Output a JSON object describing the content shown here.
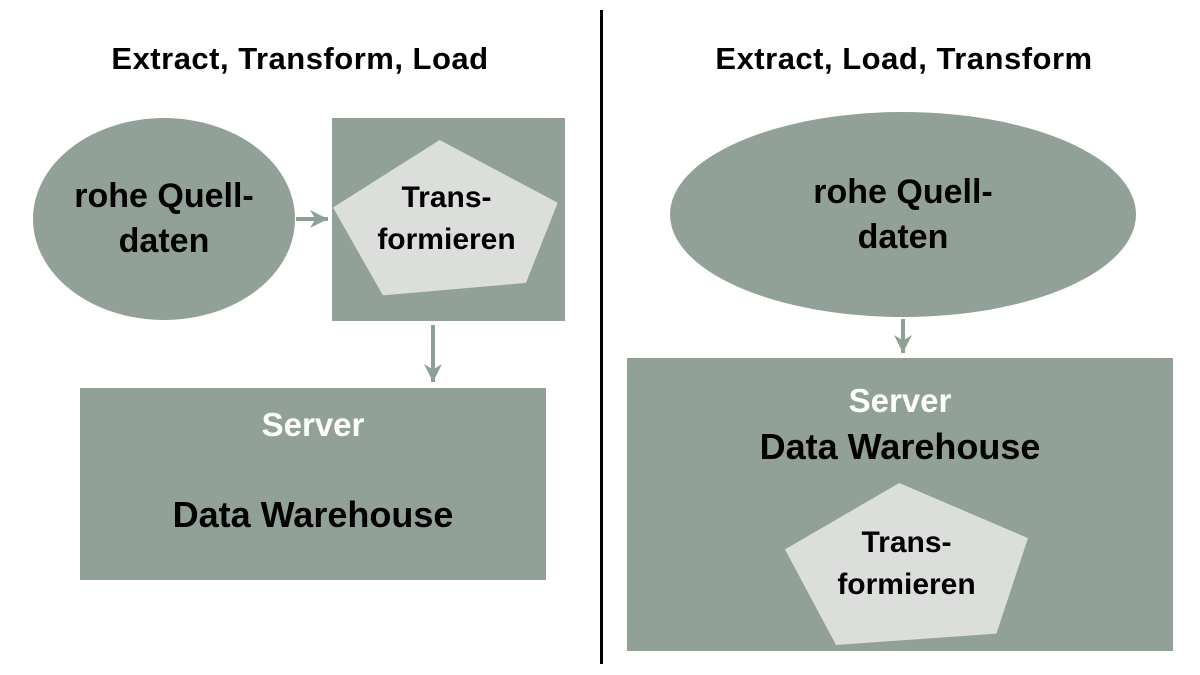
{
  "colors": {
    "shape_fill": "#91A197",
    "pentagon_fill": "#DCDEDC",
    "arrow": "#8DA095",
    "divider": "#000000",
    "title_text": "#000000",
    "body_text": "#000000",
    "server_label_text": "#FFFFFF",
    "background": "#FFFFFF"
  },
  "etl": {
    "title": "Extract, Transform, Load",
    "source": {
      "line1": "rohe Quell-",
      "line2": "daten"
    },
    "transform": {
      "line1": "Trans-",
      "line2": "formieren"
    },
    "server": {
      "title": "Server",
      "subtitle": "Data Warehouse"
    }
  },
  "elt": {
    "title": "Extract, Load, Transform",
    "source": {
      "line1": "rohe Quell-",
      "line2": "daten"
    },
    "transform": {
      "line1": "Trans-",
      "line2": "formieren"
    },
    "server": {
      "title": "Server",
      "subtitle": "Data Warehouse"
    }
  }
}
